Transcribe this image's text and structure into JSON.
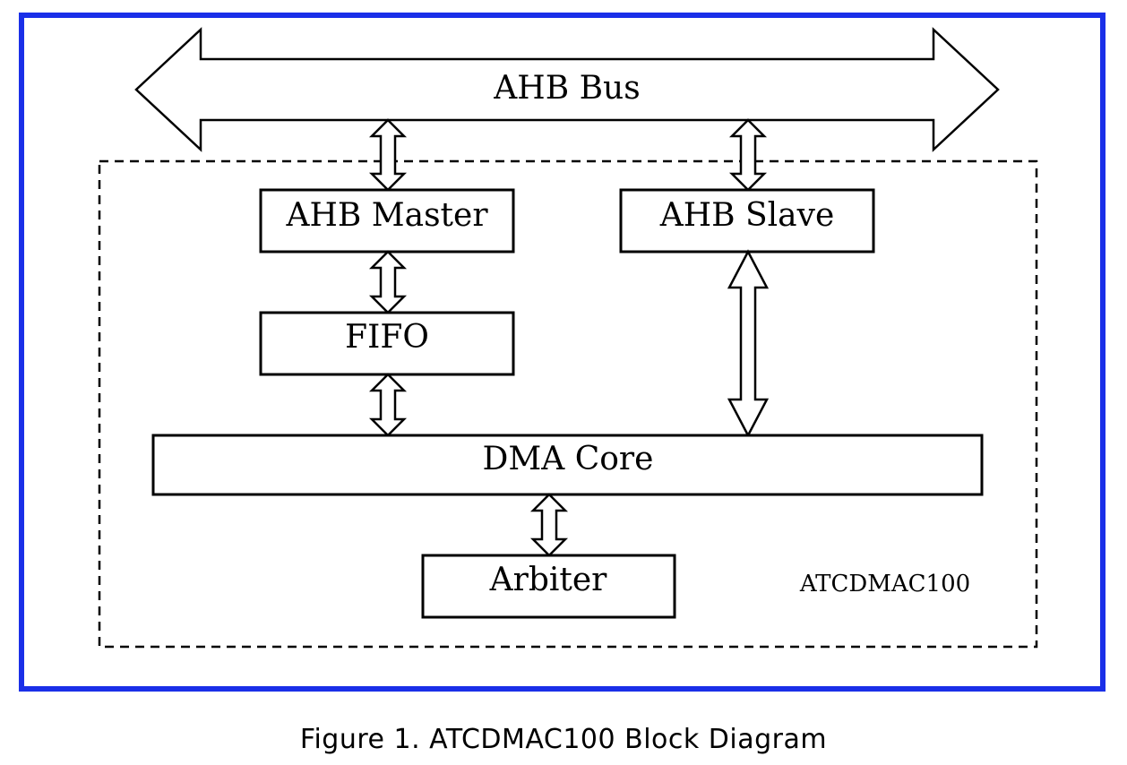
{
  "diagram": {
    "bus_label": "AHB Bus",
    "module_label": "ATCDMAC100",
    "blocks": {
      "ahb_master": "AHB Master",
      "ahb_slave": "AHB Slave",
      "fifo": "FIFO",
      "dma_core": "DMA Core",
      "arbiter": "Arbiter"
    },
    "colors": {
      "frame_border": "#1a2fe8",
      "stroke": "#000000",
      "fill": "#ffffff"
    }
  },
  "caption": "Figure 1. ATCDMAC100 Block Diagram"
}
